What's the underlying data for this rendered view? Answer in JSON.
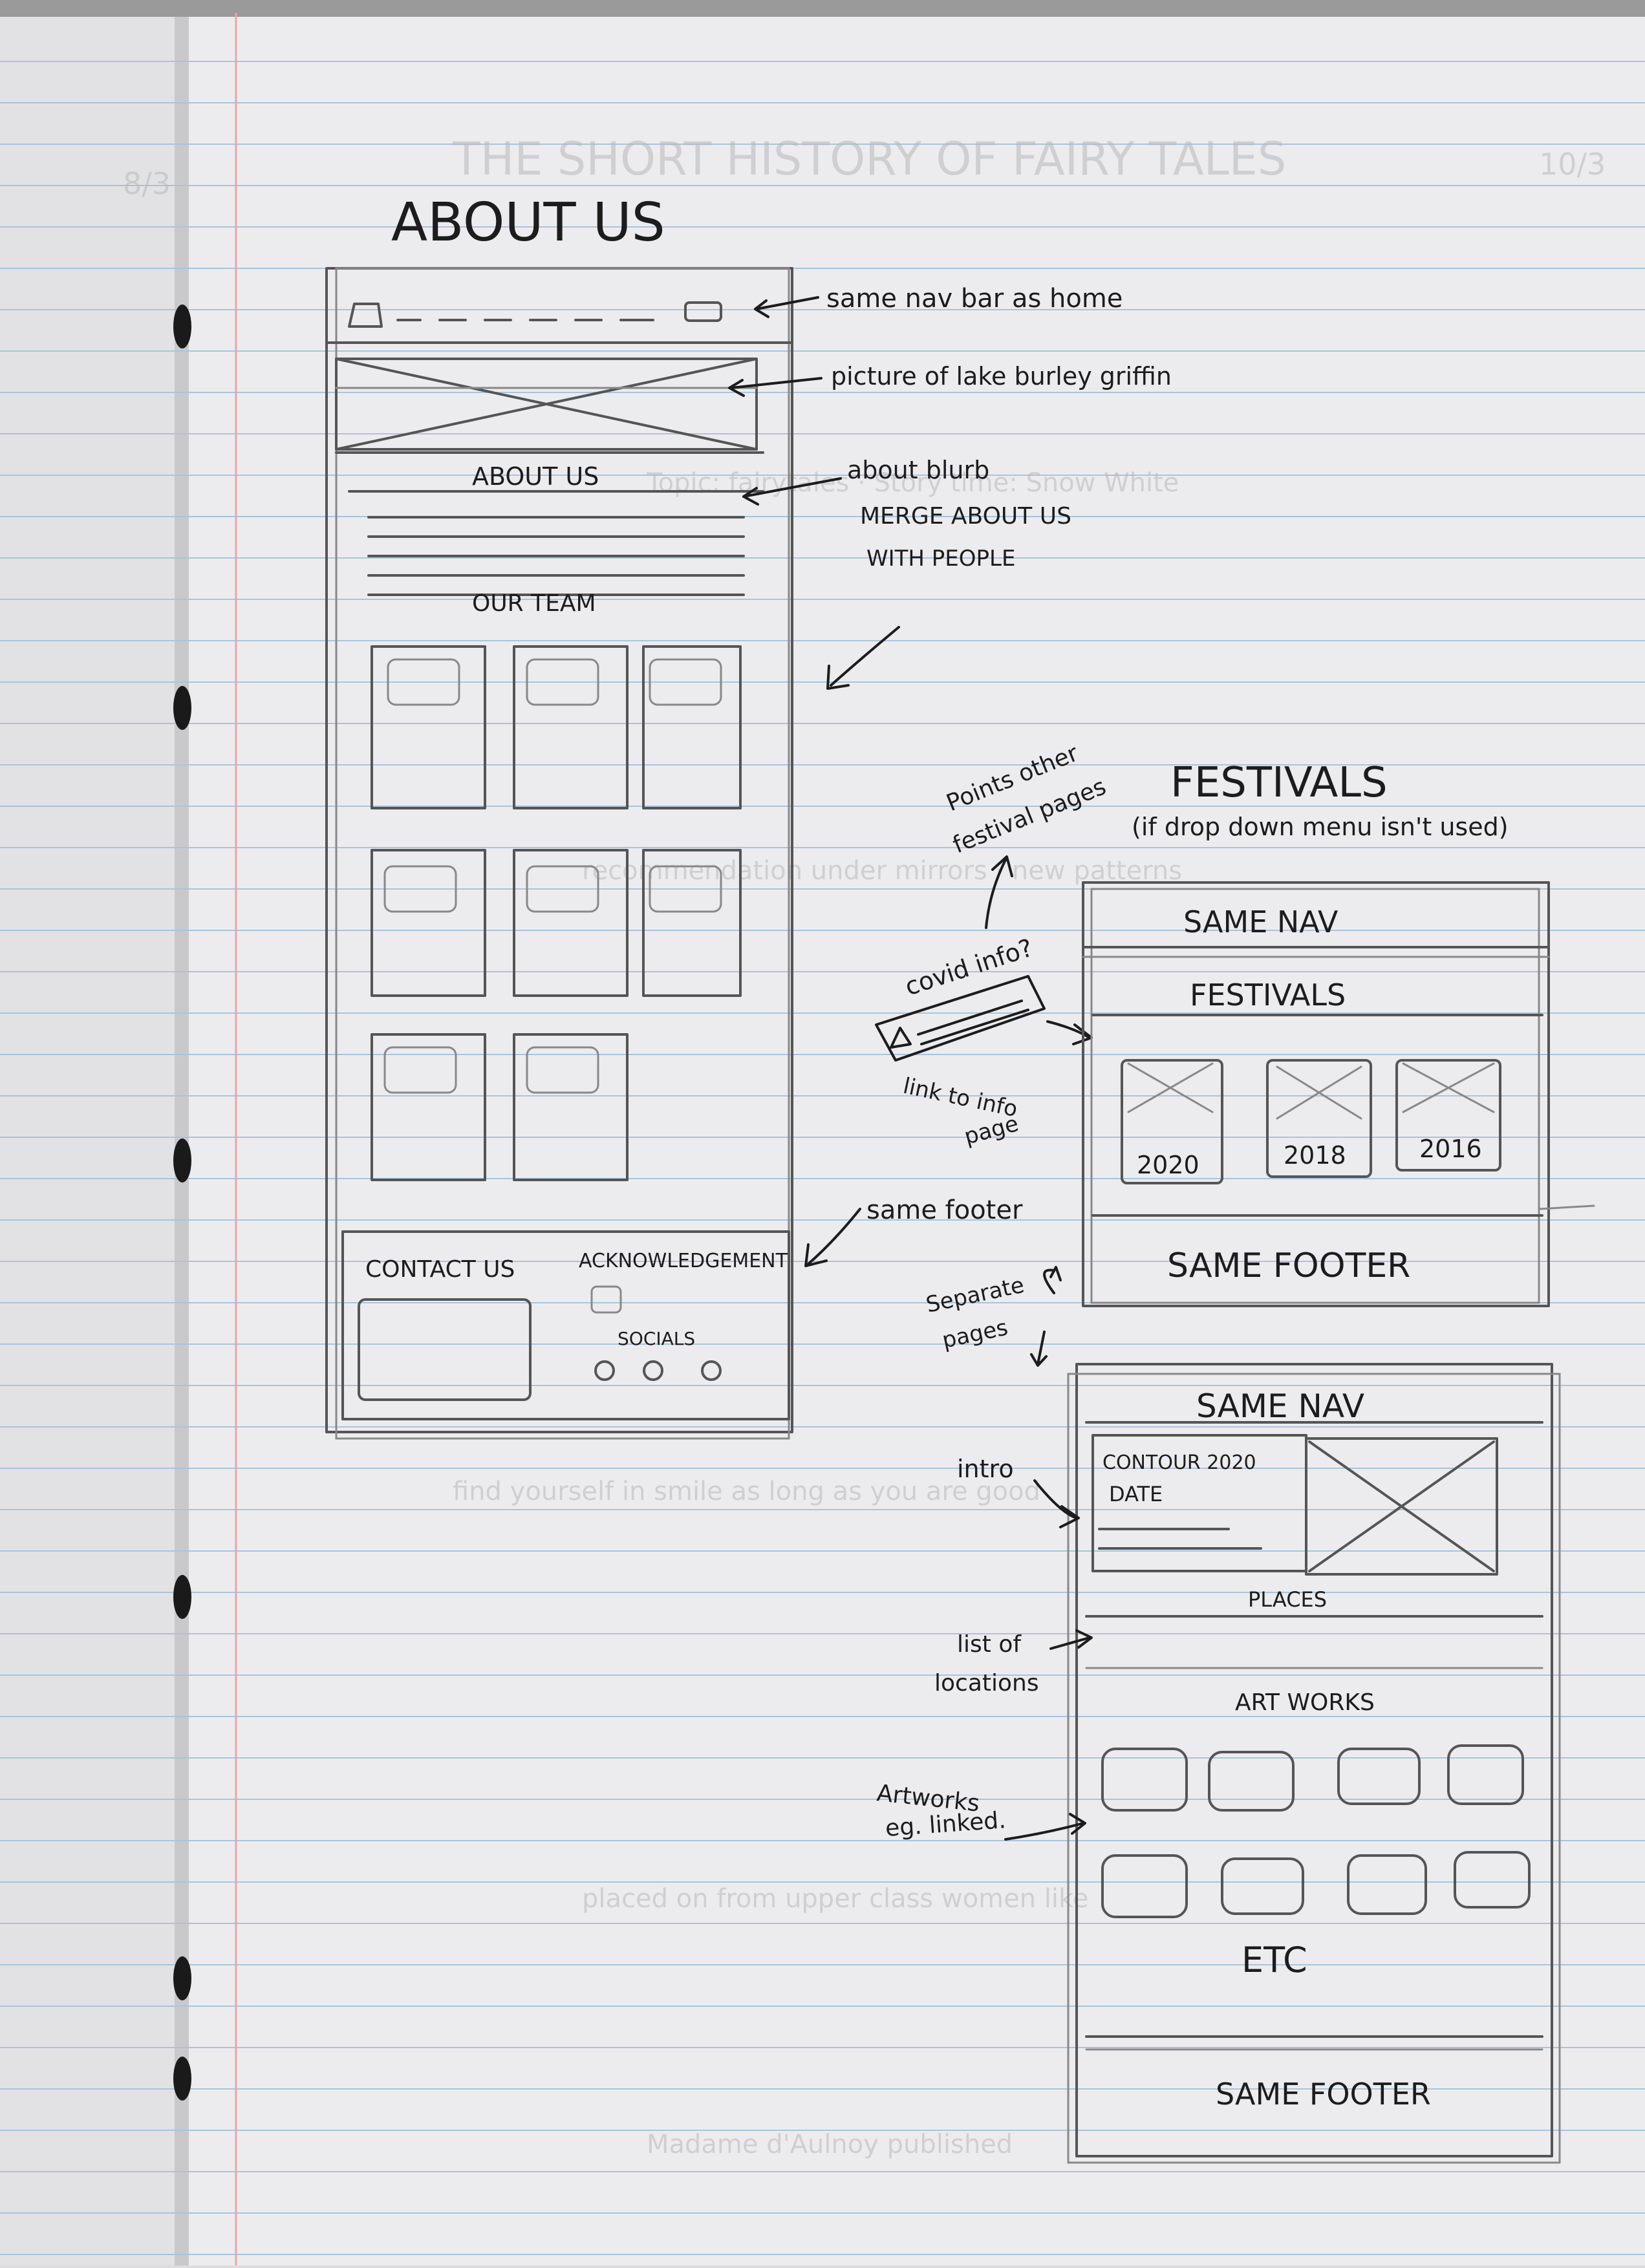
{
  "page_title": "ABOUT US",
  "annotations": {
    "nav": "same nav bar as home",
    "picture": "picture of lake burley griffin",
    "blurb": "about blurb",
    "merge_line1": "MERGE ABOUT US",
    "merge_line2": "WITH PEOPLE",
    "footer": "same footer",
    "pointer_line1": "Points other",
    "pointer_line2": "festival pages",
    "covid": "covid info?",
    "link_line1": "link to info",
    "link_line2": "page",
    "separate_line1": "Separate",
    "separate_line2": "pages",
    "intro": "intro",
    "locations_line1": "list of",
    "locations_line2": "locations",
    "artworks_line1": "Artworks",
    "artworks_line2": "eg. linked."
  },
  "about_wireframe": {
    "section_title": "ABOUT US",
    "team_title": "OUR TEAM",
    "footer_contact": "CONTACT US",
    "footer_ack": "ACKNOWLEDGEMENT",
    "footer_socials": "SOCIALS"
  },
  "festivals_heading": "FESTIVALS",
  "festivals_subheading": "(if drop down menu isn't used)",
  "festivals_wireframe": {
    "nav": "SAME NAV",
    "title": "FESTIVALS",
    "years": [
      "2020",
      "2018",
      "2016"
    ],
    "footer": "SAME FOOTER"
  },
  "festival_page_wireframe": {
    "nav": "SAME NAV",
    "intro_line1": "CONTOUR 2020",
    "intro_line2": "DATE",
    "places": "PLACES",
    "artworks": "ART WORKS",
    "etc": "ETC",
    "footer": "SAME FOOTER"
  },
  "margin_notes": {
    "top_right": "10/3",
    "top_left": "8/3"
  }
}
